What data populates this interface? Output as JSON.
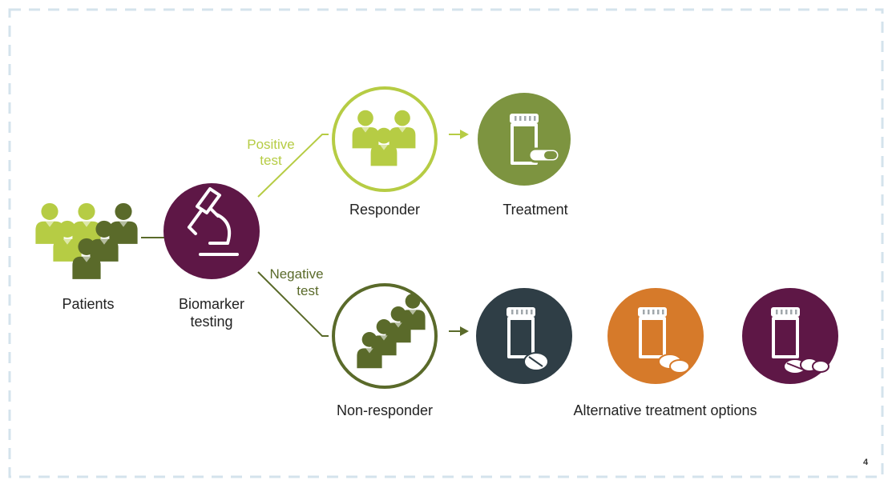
{
  "colors": {
    "border": "#d4e3ec",
    "light_green": "#b6cc44",
    "dark_olive": "#5a6a2a",
    "plum": "#5e1746",
    "olive_fill": "#7d9440",
    "slate": "#2f3e46",
    "orange": "#d67a2a"
  },
  "icons": {
    "patients": "group-of-people-icon",
    "biomarker": "microscope-icon",
    "responder": "people-group-icon",
    "non_responder": "people-group-icon",
    "treatment": "pill-bottle-with-capsule-icon",
    "alt": "pill-bottle-with-tablets-icon"
  },
  "labels": {
    "patients": "Patients",
    "biomarker_line1": "Biomarker",
    "biomarker_line2": "testing",
    "positive_line1": "Positive",
    "positive_line2": "test",
    "negative_line1": "Negative",
    "negative_line2": "test",
    "responder": "Responder",
    "treatment": "Treatment",
    "non_responder": "Non-responder",
    "alternative": "Alternative treatment options"
  },
  "page_number": "4"
}
